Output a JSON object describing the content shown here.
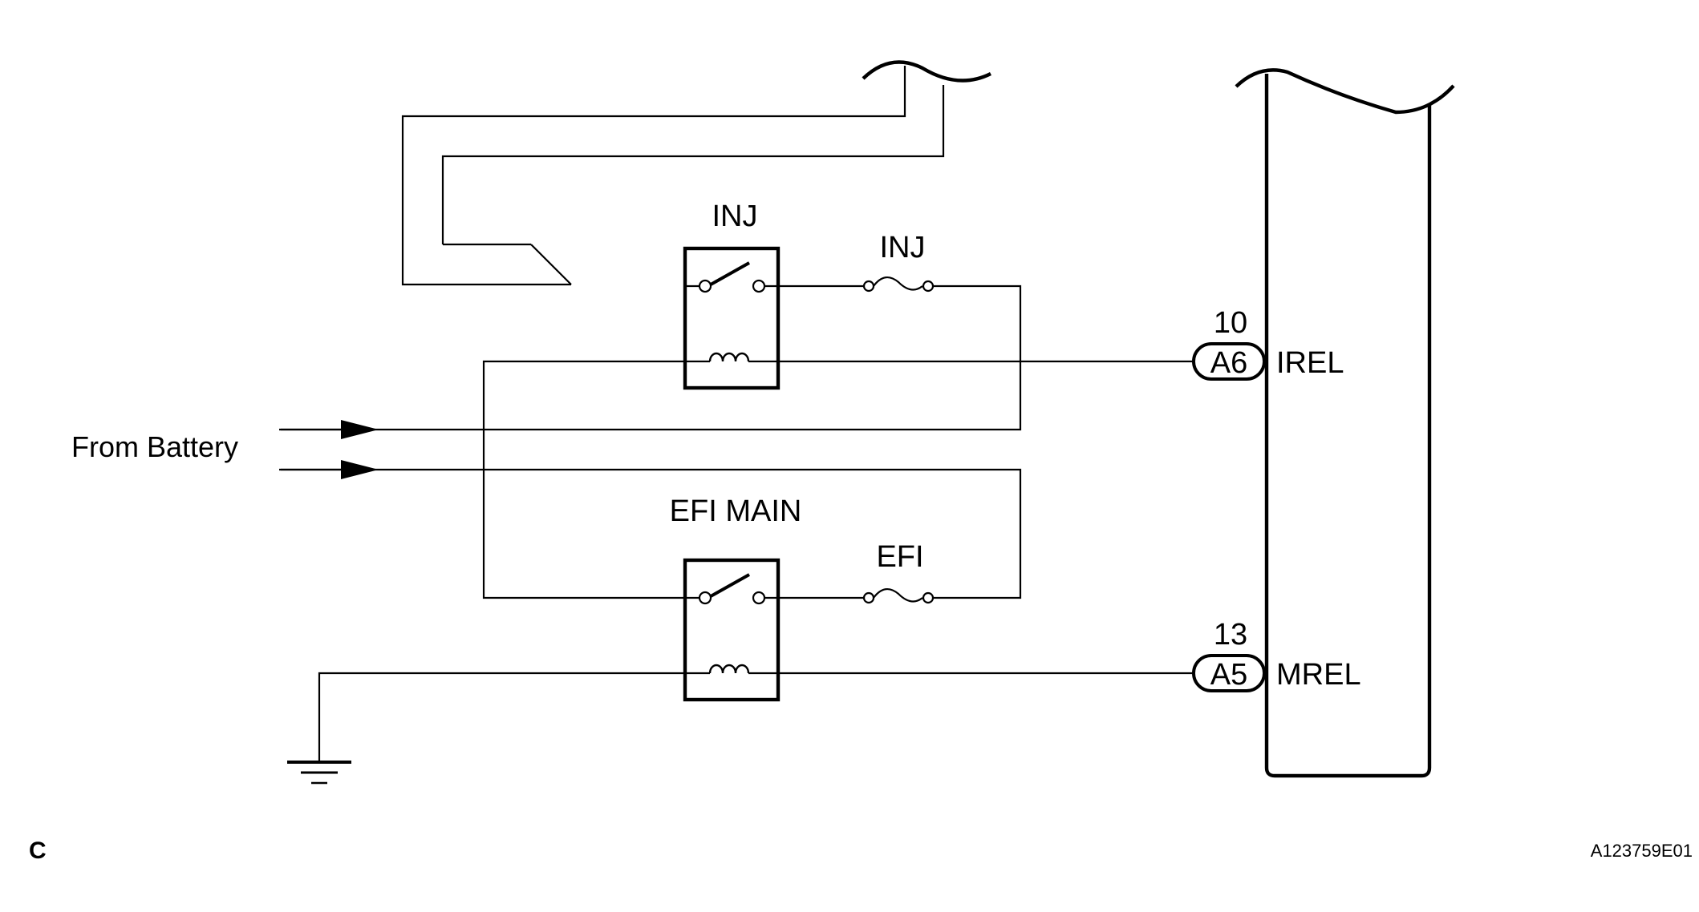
{
  "diagram": {
    "battery_label": "From Battery",
    "inj_relay_label": "INJ",
    "inj_fuse_label": "INJ",
    "efi_relay_label": "EFI MAIN",
    "efi_fuse_label": "EFI",
    "ecm_pins": [
      {
        "pin_number": "10",
        "connector": "A6",
        "terminal": "IREL"
      },
      {
        "pin_number": "13",
        "connector": "A5",
        "terminal": "MREL"
      }
    ],
    "corner_letter": "C",
    "figure_id": "A123759E01"
  }
}
